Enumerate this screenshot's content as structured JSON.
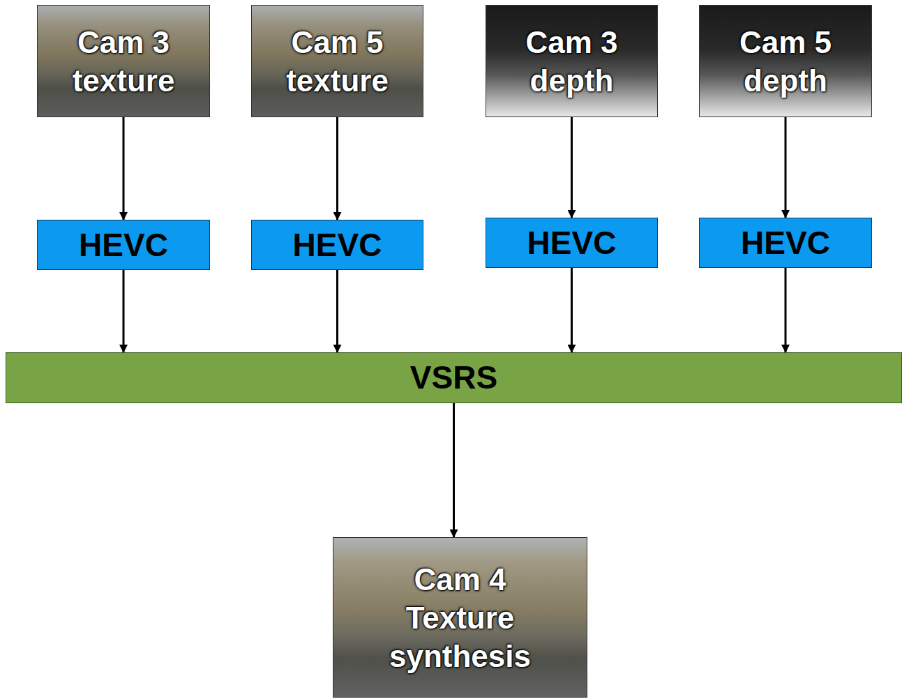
{
  "diagram": {
    "nodes": [
      {
        "text": [
          "Cam 3 texture"
        ]
      },
      {
        "text": [
          "Cam 5 texture"
        ]
      },
      {
        "text": [
          "Cam 3 depth"
        ]
      },
      {
        "text": [
          "Cam 5 depth"
        ]
      },
      {
        "text": [
          "HEVC"
        ]
      },
      {
        "text": [
          "HEVC"
        ]
      },
      {
        "text": [
          "HEVC"
        ]
      },
      {
        "text": [
          "HEVC"
        ]
      },
      {
        "text": [
          "VSRS"
        ]
      },
      {
        "text": [
          "Cam 4 Texture synthesis"
        ]
      }
    ],
    "edges": [
      {
        "from": 0,
        "to": 4,
        "arrow": "to"
      },
      {
        "from": 1,
        "to": 5,
        "arrow": "to"
      },
      {
        "from": 2,
        "to": 6,
        "arrow": "to"
      },
      {
        "from": 3,
        "to": 7,
        "arrow": "to"
      },
      {
        "from": 4,
        "to": 8,
        "arrow": "to"
      },
      {
        "from": 5,
        "to": 8,
        "arrow": "to"
      },
      {
        "from": 6,
        "to": 8,
        "arrow": "to"
      },
      {
        "from": 7,
        "to": 8,
        "arrow": "to"
      },
      {
        "from": 8,
        "to": 9,
        "arrow": "to"
      }
    ]
  }
}
